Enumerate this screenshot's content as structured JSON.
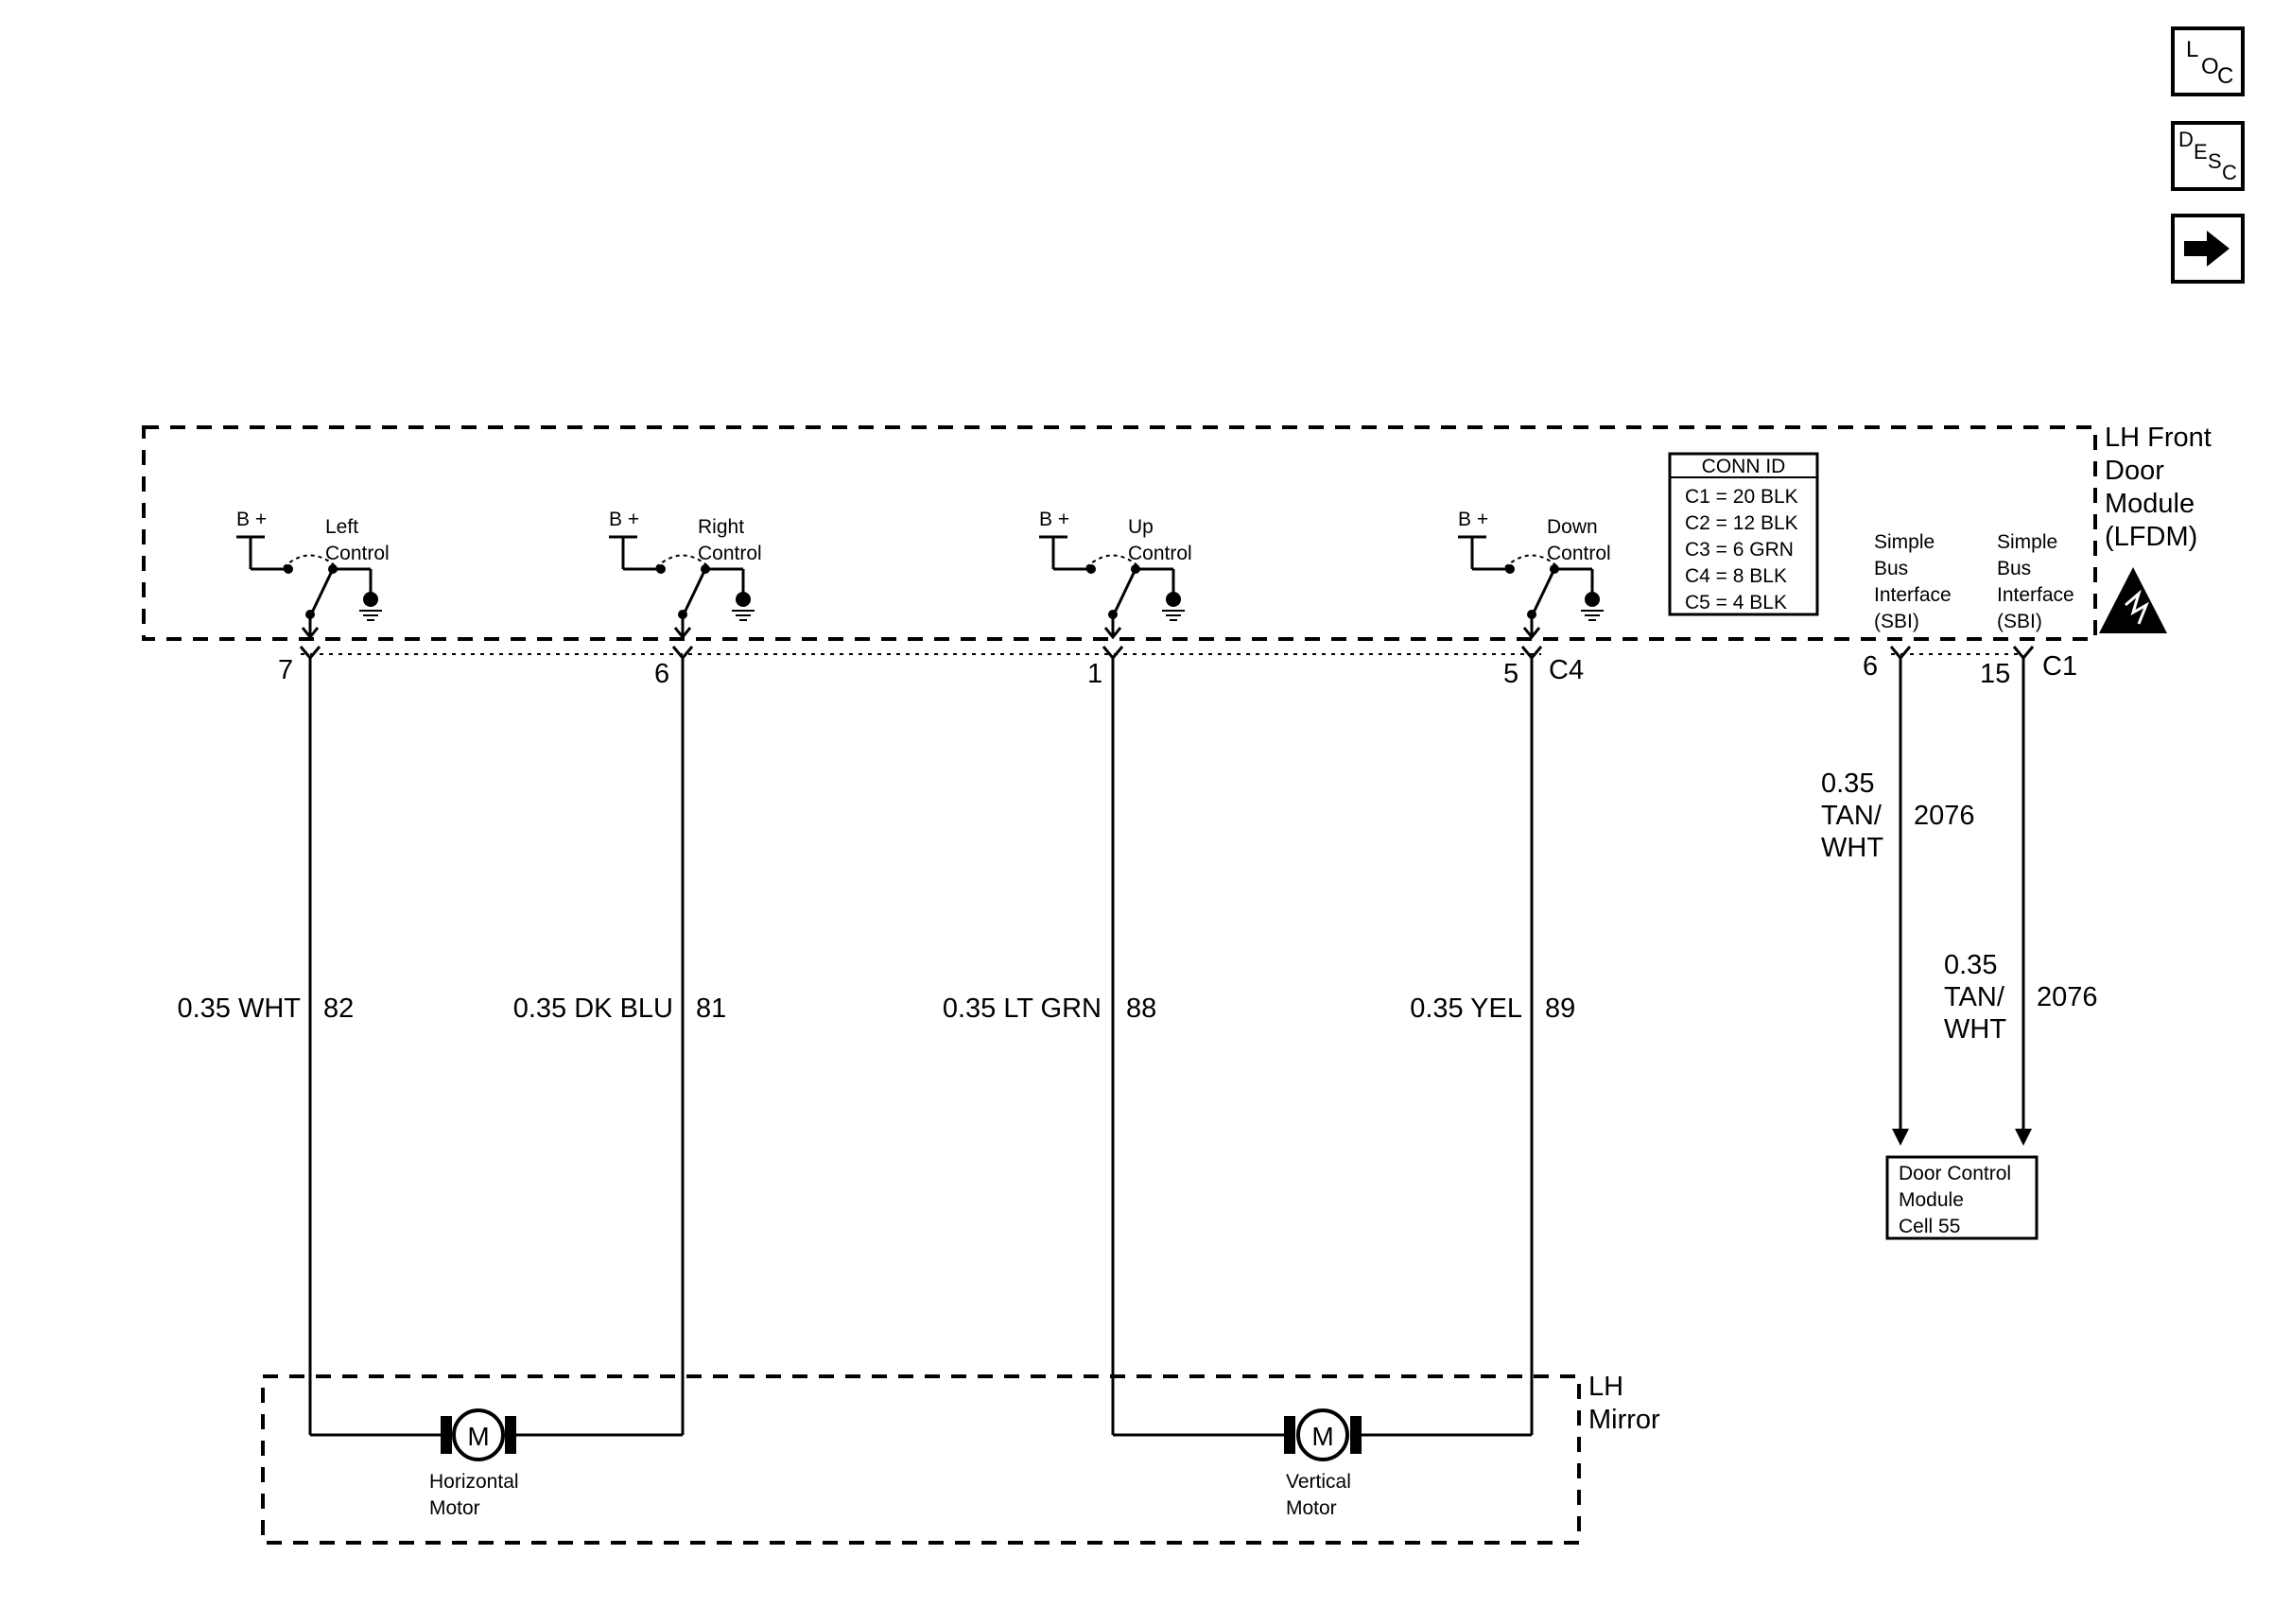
{
  "nav": {
    "loc": {
      "big": "L",
      "small1": "O",
      "small2": "C"
    },
    "desc": {
      "big": "D",
      "small1": "E",
      "small2": "S",
      "small3": "C"
    }
  },
  "module": {
    "title_lines": [
      "LH Front",
      "Door",
      "Module",
      "(LFDM)"
    ],
    "conn_id": {
      "header": "CONN ID",
      "rows": [
        "C1 = 20 BLK",
        "C2 = 12 BLK",
        "C3 = 6 GRN",
        "C4 = 8 BLK",
        "C5 = 4 BLK"
      ]
    },
    "bplus": "B +",
    "switches": [
      {
        "line1": "Left",
        "line2": "Control"
      },
      {
        "line1": "Right",
        "line2": "Control"
      },
      {
        "line1": "Up",
        "line2": "Control"
      },
      {
        "line1": "Down",
        "line2": "Control"
      }
    ],
    "sbi": [
      "Simple",
      "Bus",
      "Interface",
      "(SBI)"
    ]
  },
  "connectors": {
    "c4_label": "C4",
    "c1_label": "C1",
    "pins": [
      "7",
      "6",
      "1",
      "5"
    ],
    "sbi_pins": [
      "6",
      "15"
    ]
  },
  "wires": [
    {
      "spec": "0.35 WHT",
      "circuit": "82"
    },
    {
      "spec": "0.35 DK BLU",
      "circuit": "81"
    },
    {
      "spec": "0.35 LT GRN",
      "circuit": "88"
    },
    {
      "spec": "0.35 YEL",
      "circuit": "89"
    }
  ],
  "sbi_wires": [
    {
      "spec_lines": [
        "0.35",
        "TAN/",
        "WHT"
      ],
      "circuit": "2076"
    },
    {
      "spec_lines": [
        "0.35",
        "TAN/",
        "WHT"
      ],
      "circuit": "2076"
    }
  ],
  "door_control": {
    "lines": [
      "Door Control",
      "Module",
      "Cell 55"
    ]
  },
  "mirror": {
    "title_lines": [
      "LH",
      "Mirror"
    ],
    "motor_symbol": "M",
    "motors": [
      {
        "line1": "Horizontal",
        "line2": "Motor"
      },
      {
        "line1": "Vertical",
        "line2": "Motor"
      }
    ]
  }
}
